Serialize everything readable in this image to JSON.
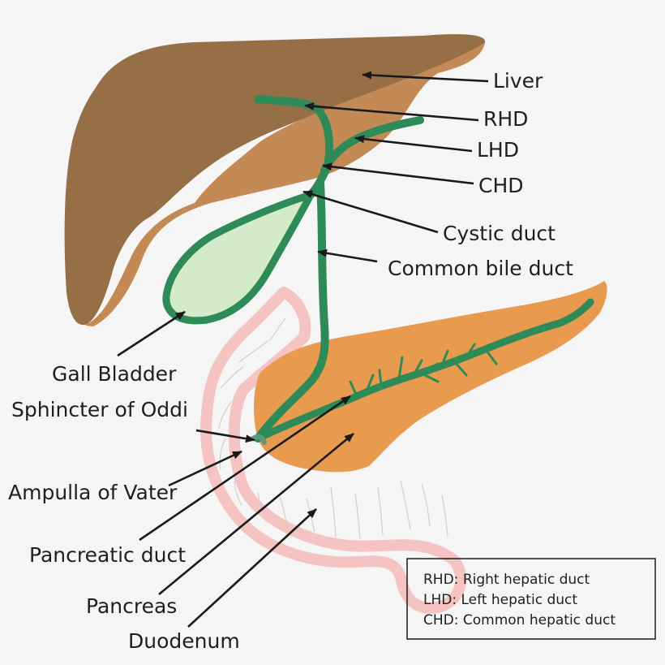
{
  "labels": {
    "liver": "Liver",
    "rhd": "RHD",
    "lhd": "LHD",
    "chd": "CHD",
    "cystic_duct": "Cystic duct",
    "common_bile_duct": "Common bile duct",
    "gall_bladder": "Gall Bladder",
    "sphincter": "Sphincter of Oddi",
    "ampulla": "Ampulla of Vater",
    "pancreatic_duct": "Pancreatic duct",
    "pancreas": "Pancreas",
    "duodenum": "Duodenum"
  },
  "legend": [
    "RHD: Right hepatic duct",
    "LHD: Left hepatic duct",
    "CHD: Common hepatic duct"
  ],
  "colors": {
    "background": "#f5f5f5",
    "liver_dark": "#976f47",
    "liver_light": "#c48a56",
    "duct_green": "#2e8b57",
    "gallbladder_fill": "#d4ebc9",
    "pancreas": "#e89a4f",
    "duodenum_outline": "#f6c3c3",
    "text": "#1f1f1f"
  }
}
